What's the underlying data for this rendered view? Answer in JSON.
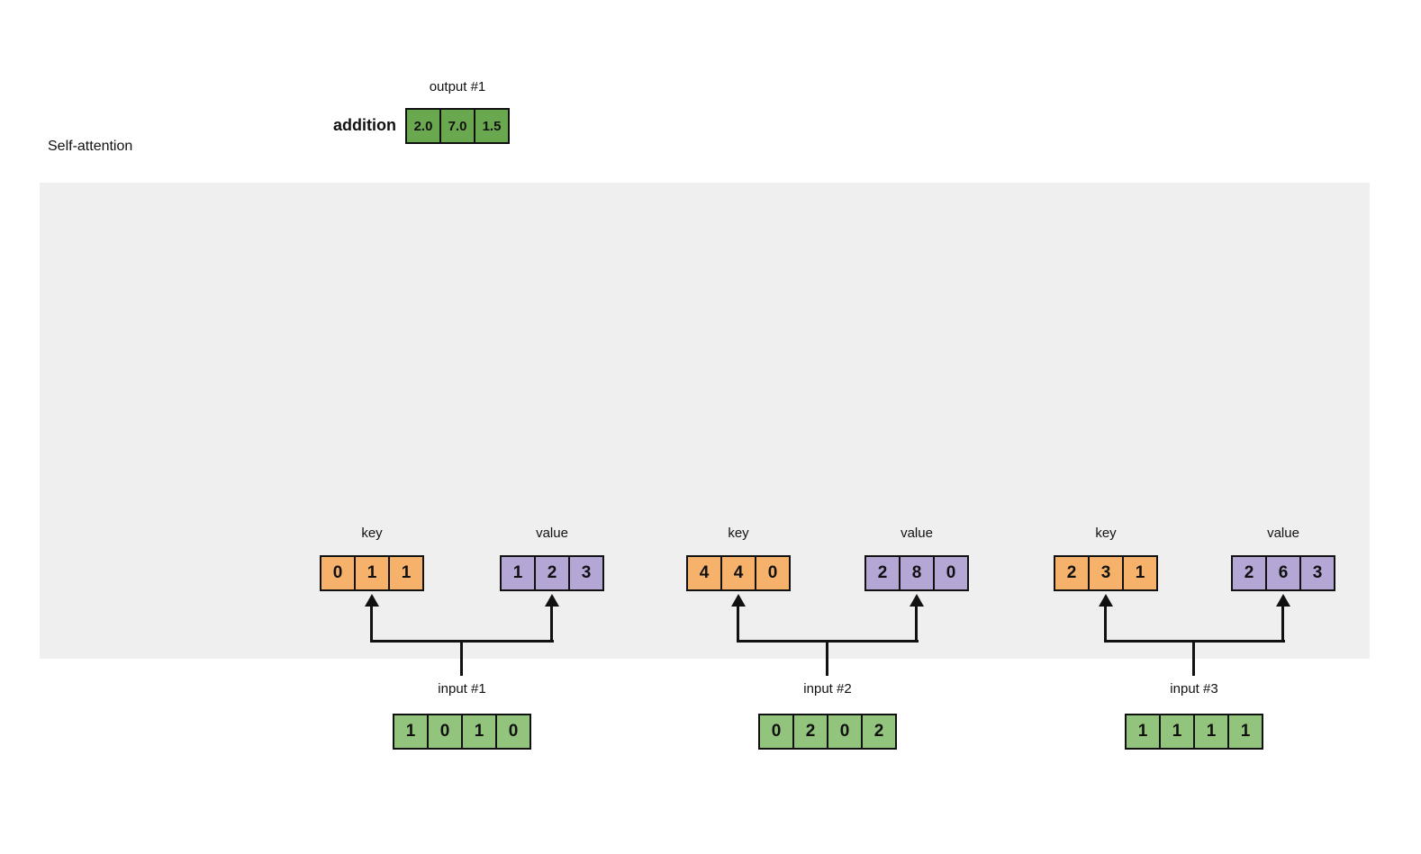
{
  "title": "Self-attention",
  "output": {
    "label": "output #1",
    "operation_label": "addition",
    "cells": [
      "2.0",
      "7.0",
      "1.5"
    ]
  },
  "groups": [
    {
      "key_label": "key",
      "key_cells": [
        "0",
        "1",
        "1"
      ],
      "value_label": "value",
      "value_cells": [
        "1",
        "2",
        "3"
      ],
      "input_label": "input #1",
      "input_cells": [
        "1",
        "0",
        "1",
        "0"
      ]
    },
    {
      "key_label": "key",
      "key_cells": [
        "4",
        "4",
        "0"
      ],
      "value_label": "value",
      "value_cells": [
        "2",
        "8",
        "0"
      ],
      "input_label": "input #2",
      "input_cells": [
        "0",
        "2",
        "0",
        "2"
      ]
    },
    {
      "key_label": "key",
      "key_cells": [
        "2",
        "3",
        "1"
      ],
      "value_label": "value",
      "value_cells": [
        "2",
        "6",
        "3"
      ],
      "input_label": "input #3",
      "input_cells": [
        "1",
        "1",
        "1",
        "1"
      ]
    }
  ],
  "colors": {
    "output_cell": "#6aa84f",
    "input_cell": "#93c47d",
    "key_cell": "#f6b26b",
    "value_cell": "#b4a7d6",
    "panel_bg": "#efefef",
    "border": "#111111",
    "line": "#111111"
  }
}
